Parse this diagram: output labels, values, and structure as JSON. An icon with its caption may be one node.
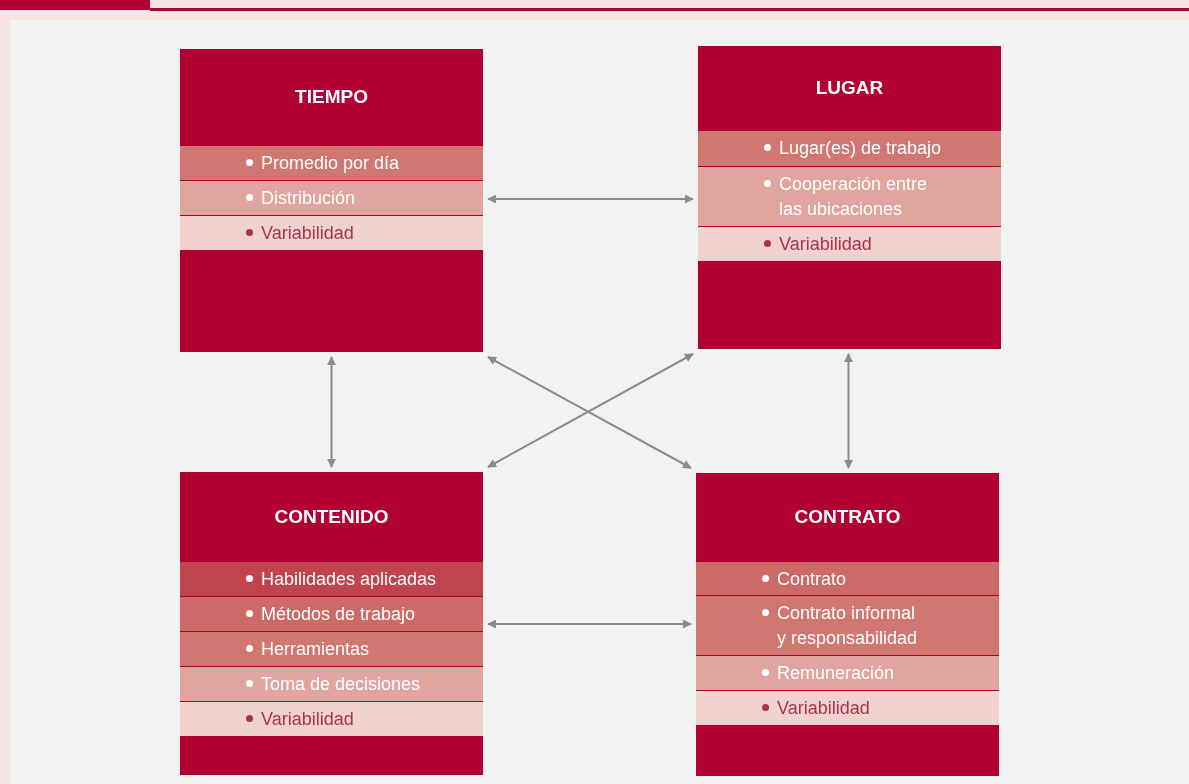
{
  "diagram": {
    "nodes": [
      {
        "text": [
          "TIEMPO",
          "Promedio por día",
          "Distribución",
          "Variabilidad"
        ]
      },
      {
        "text": [
          "LUGAR",
          "Lugar(es) de trabajo",
          "Cooperación entre las ubicaciones",
          "Variabilidad"
        ]
      },
      {
        "text": [
          "CONTENIDO",
          "Habilidades aplicadas",
          "Métodos de trabajo",
          "Herramientas",
          "Toma de decisiones",
          "Variabilidad"
        ]
      },
      {
        "text": [
          "CONTRATO",
          "Contrato",
          "Contrato informal y responsabilidad",
          "Remuneración",
          "Variabilidad"
        ]
      }
    ],
    "edges": [
      {
        "from": 0,
        "to": 1,
        "arrow": "both"
      },
      {
        "from": 0,
        "to": 2,
        "arrow": "both"
      },
      {
        "from": 1,
        "to": 3,
        "arrow": "both"
      },
      {
        "from": 0,
        "to": 3,
        "arrow": "both"
      },
      {
        "from": 1,
        "to": 2,
        "arrow": "both"
      },
      {
        "from": 2,
        "to": 3,
        "arrow": "both"
      }
    ]
  }
}
